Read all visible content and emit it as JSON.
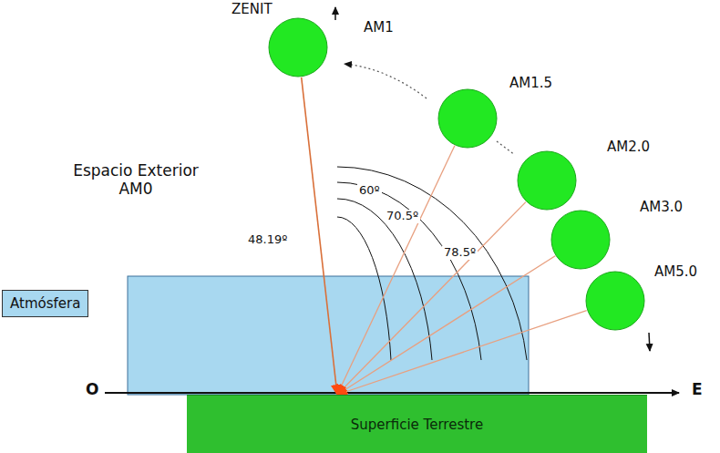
{
  "diagram": {
    "nodes": [
      {
        "text": [
          "AM1"
        ]
      },
      {
        "text": [
          "AM1.5"
        ]
      },
      {
        "text": [
          "AM2.0"
        ]
      },
      {
        "text": [
          "AM3.0"
        ]
      },
      {
        "text": [
          "AM5.0"
        ]
      },
      {
        "text": [
          "Atmósfera"
        ]
      },
      {
        "text": [
          "Superficie Terrestre"
        ]
      }
    ],
    "edges": [
      {
        "from": 0,
        "to": 6,
        "arrow": "to"
      },
      {
        "from": 1,
        "to": 6,
        "arrow": "to"
      },
      {
        "from": 2,
        "to": 6,
        "arrow": "to"
      },
      {
        "from": 3,
        "to": 6,
        "arrow": "to"
      },
      {
        "from": 4,
        "to": 6,
        "arrow": "to"
      }
    ],
    "labels": [
      "ZENIT",
      "Espacio Exterior AM0",
      "60º",
      "70.5º",
      "48.19º",
      "78.5º",
      "O",
      "E"
    ]
  }
}
